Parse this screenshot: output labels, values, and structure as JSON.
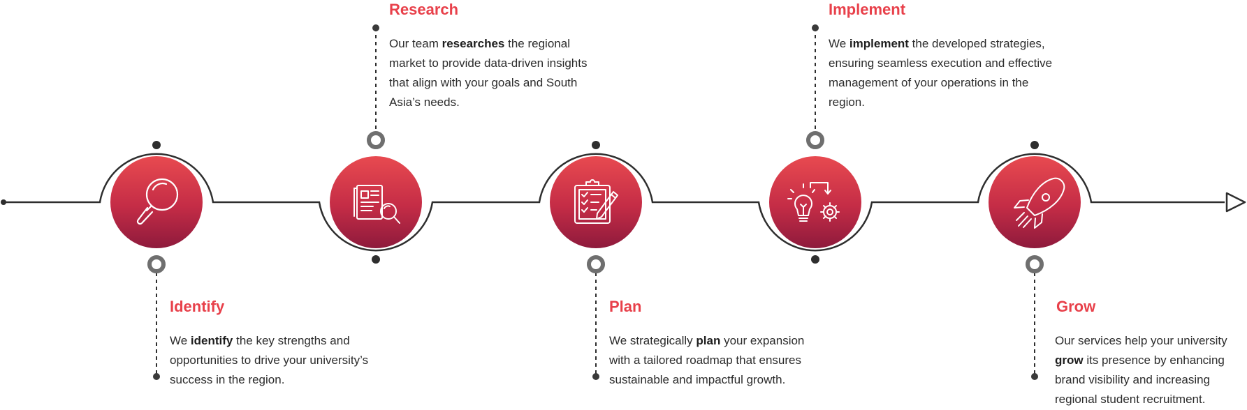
{
  "colors": {
    "accent": "#e8404a",
    "gradient_top": "#e84a50",
    "gradient_bottom": "#8e1a3c",
    "line": "#2e2e2e",
    "node_ring": "#6f6f6f",
    "text": "#2b2b2b"
  },
  "steps": [
    {
      "title": "Identify",
      "icon": "magnifier-icon",
      "desc_pre": "We ",
      "desc_bold": "identify",
      "desc_post": " the key strengths and opportunities to drive your university’s success in the region."
    },
    {
      "title": "Research",
      "icon": "documents-search-icon",
      "desc_pre": "Our team ",
      "desc_bold": "researches",
      "desc_post": " the regional market to provide data-driven insights that align with your goals and South Asia’s needs."
    },
    {
      "title": "Plan",
      "icon": "clipboard-checklist-icon",
      "desc_pre": "We strategically ",
      "desc_bold": "plan",
      "desc_post": " your expansion with a tailored roadmap that ensures sustainable and impactful growth."
    },
    {
      "title": "Implement",
      "icon": "lightbulb-gear-icon",
      "desc_pre": "We ",
      "desc_bold": "implement",
      "desc_post": " the developed strategies, ensuring seamless execution and effective management of your operations in the region."
    },
    {
      "title": "Grow",
      "icon": "rocket-icon",
      "desc_pre": "Our services help your university ",
      "desc_bold": "grow",
      "desc_post": " its presence by enhancing brand visibility and increasing regional student recruitment."
    }
  ]
}
